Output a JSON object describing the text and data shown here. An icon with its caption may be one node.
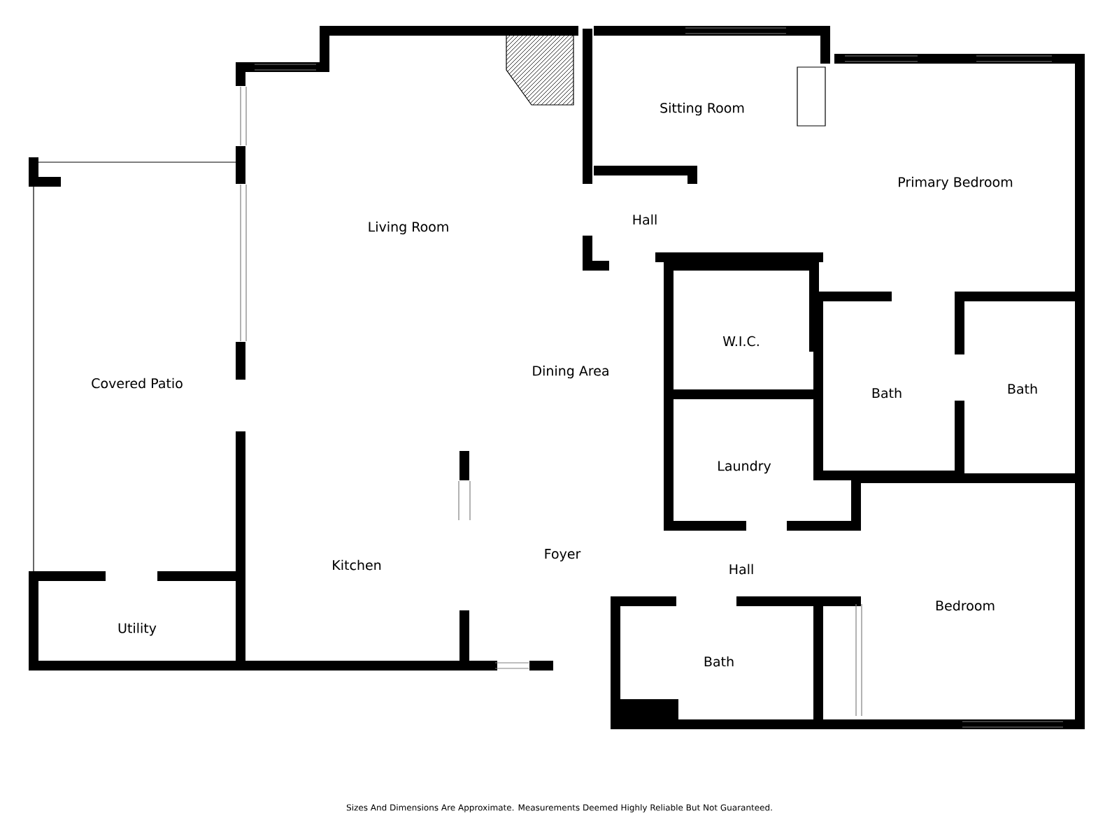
{
  "diagram": {
    "labels": [
      "Sitting Room",
      "Primary Bedroom",
      "Hall",
      "Living Room",
      "Covered Patio",
      "Dining Area",
      "W.I.C.",
      "Bath",
      "Bath",
      "Laundry",
      "Kitchen",
      "Foyer",
      "Hall",
      "Bedroom",
      "Bath",
      "Utility",
      "Sizes And Dimensions Are Approximate. Measurements Deemed Highly Reliable But Not Guaranteed."
    ]
  }
}
